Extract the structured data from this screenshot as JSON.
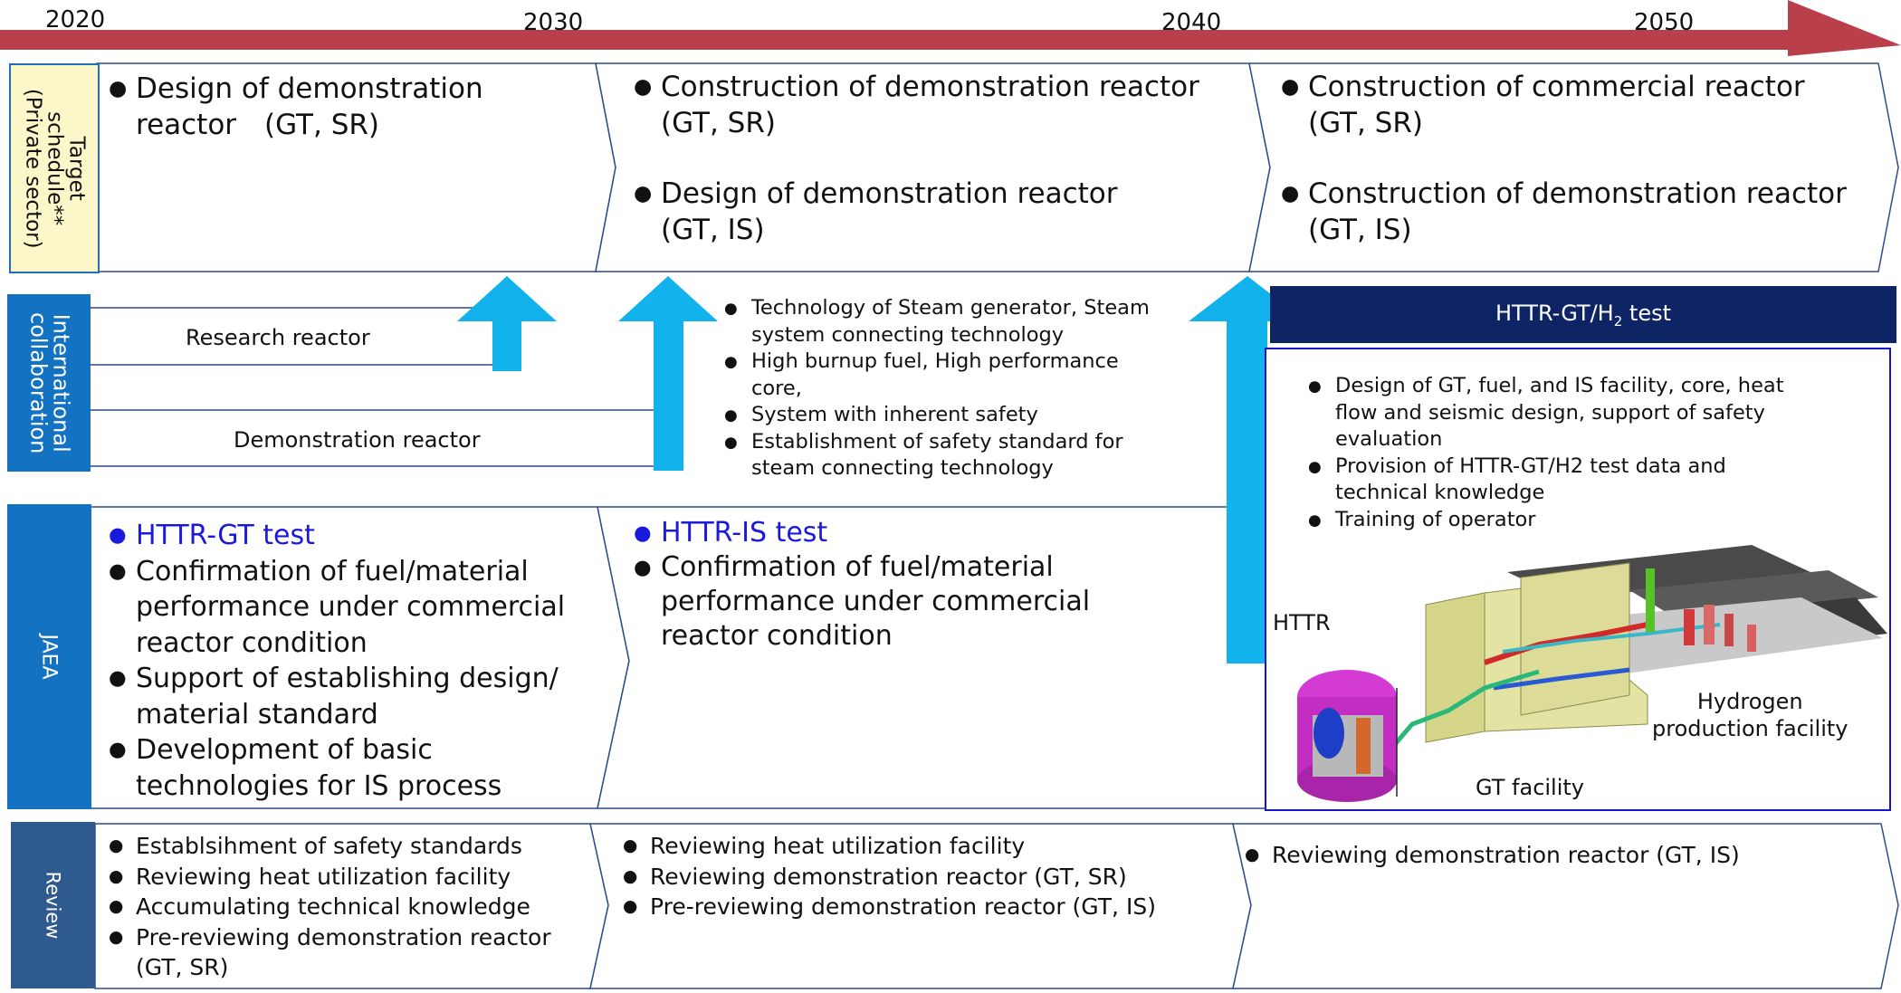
{
  "timeline": {
    "years": [
      "2020",
      "2030",
      "2040",
      "2050"
    ],
    "arrow_color": "#b9404a"
  },
  "rows": {
    "target": {
      "label": "Target\nschedule**\n(Private sector)",
      "col1": [
        "Design of demonstration\nreactor　(GT, SR)"
      ],
      "col2": [
        "Construction of demonstration reactor\n(GT, SR)",
        "Design of demonstration reactor\n(GT, IS)"
      ],
      "col3": [
        "Construction of commercial reactor\n(GT, SR)",
        "Construction of demonstration reactor\n(GT, IS)"
      ]
    },
    "international": {
      "label": "International\ncollaboration",
      "research_reactor": "Research reactor",
      "demonstration_reactor": "Demonstration reactor",
      "tech_items": [
        "Technology of Steam generator, Steam\nsystem connecting technology",
        "High burnup fuel, High performance\ncore,",
        "System with inherent safety",
        "Establishment of safety standard for\nsteam connecting technology"
      ]
    },
    "jaea": {
      "label": "JAEA",
      "col1_heading": "HTTR-GT test",
      "col1_items": [
        "Confirmation of fuel/material\nperformance under commercial\nreactor condition",
        "Support of establishing design/\nmaterial standard",
        "Development of basic\ntechnologies for IS process"
      ],
      "col2_heading": "HTTR-IS test",
      "col2_items": [
        "Confirmation of fuel/material\nperformance under commercial\nreactor condition"
      ]
    },
    "review": {
      "label": "Review",
      "col1": [
        "Establsihment of safety standards",
        "Reviewing heat utilization facility",
        "Accumulating technical knowledge",
        "Pre-reviewing demonstration reactor\n(GT, SR)"
      ],
      "col2": [
        "Reviewing heat utilization facility",
        "Reviewing demonstration reactor (GT, SR)",
        "Pre-reviewing demonstration reactor (GT, IS)"
      ],
      "col3": [
        "Reviewing demonstration reactor (GT, IS)"
      ]
    }
  },
  "httr_panel": {
    "title_main": "HTTR-GT/H",
    "title_sub": "2",
    "title_tail": " test",
    "items": [
      "Design of GT, fuel, and IS facility, core, heat\nflow and seismic design, support of safety\nevaluation",
      "Provision of HTTR-GT/H2 test data and\ntechnical knowledge",
      "Training of operator"
    ],
    "labels": {
      "httr": "HTTR",
      "hydrogen": "Hydrogen\nproduction facility",
      "gt": "GT facility"
    }
  },
  "colors": {
    "row_label_blue": "#1373c2",
    "review_label": "#2f5a8e",
    "target_label_fill": "#fbf7c8",
    "chevron_border": "#2d4c8a",
    "up_arrow": "#12b2ec",
    "panel_header": "#0e2465",
    "panel_border": "#1515c8",
    "heading_blue": "#1a1adc"
  }
}
